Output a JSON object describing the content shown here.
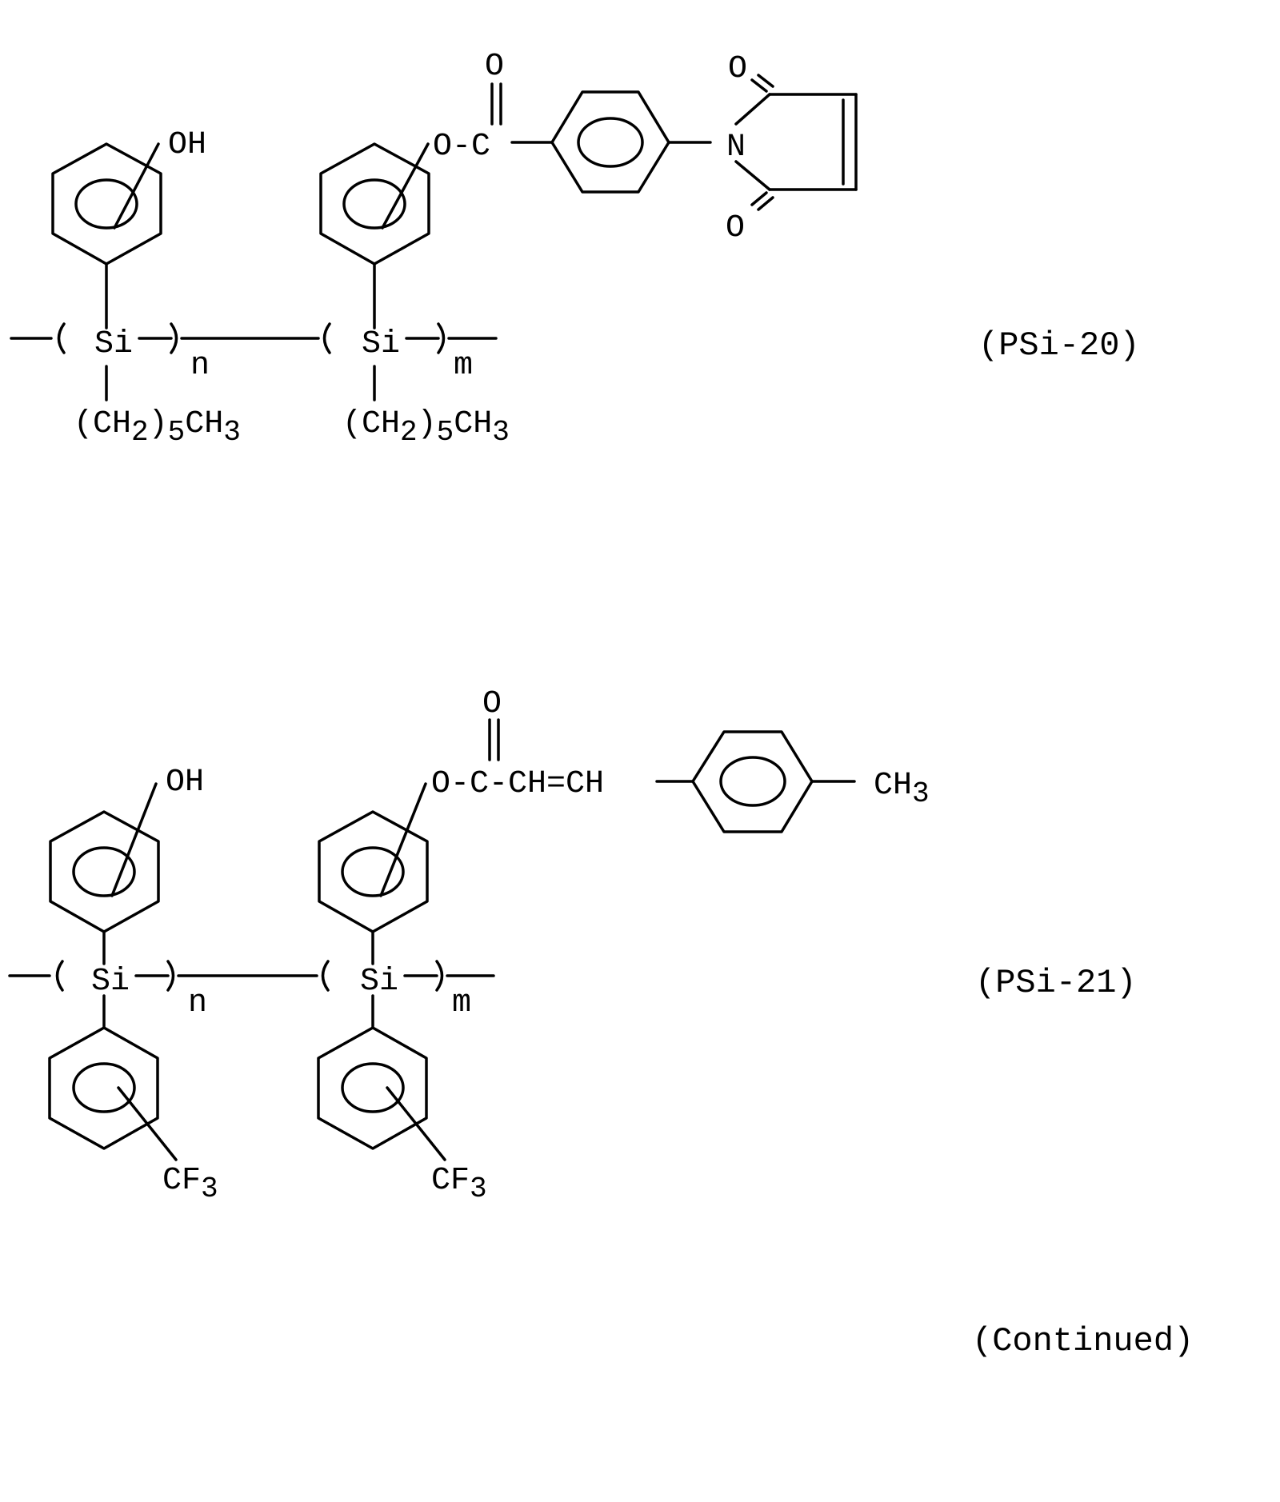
{
  "formula_1": {
    "label": "(PSi-20)",
    "oh": "OH",
    "ester_o": "O",
    "ester_link": "O-C",
    "carbonyl_o": "O",
    "imide_n": "N",
    "imide_o_top": "O",
    "imide_o_bottom": "O",
    "backbone_si_1": "Si",
    "backbone_si_2": "Si",
    "subscript_n": "n",
    "subscript_m": "m",
    "side_chain_1": {
      "a": "(CH",
      "b": "2",
      "c": ")",
      "d": "5",
      "e": "CH",
      "f": "3"
    },
    "side_chain_2": {
      "a": "(CH",
      "b": "2",
      "c": ")",
      "d": "5",
      "e": "CH",
      "f": "3"
    }
  },
  "formula_2": {
    "label": "(PSi-21)",
    "oh": "OH",
    "carbonyl_o": "O",
    "ester_chain": "O-C-CH=CH",
    "methyl": {
      "a": "CH",
      "b": "3"
    },
    "backbone_si_1": "Si",
    "backbone_si_2": "Si",
    "subscript_n": "n",
    "subscript_m": "m",
    "cf3_1": {
      "a": "CF",
      "b": "3"
    },
    "cf3_2": {
      "a": "CF",
      "b": "3"
    }
  },
  "continued": "(Continued)"
}
